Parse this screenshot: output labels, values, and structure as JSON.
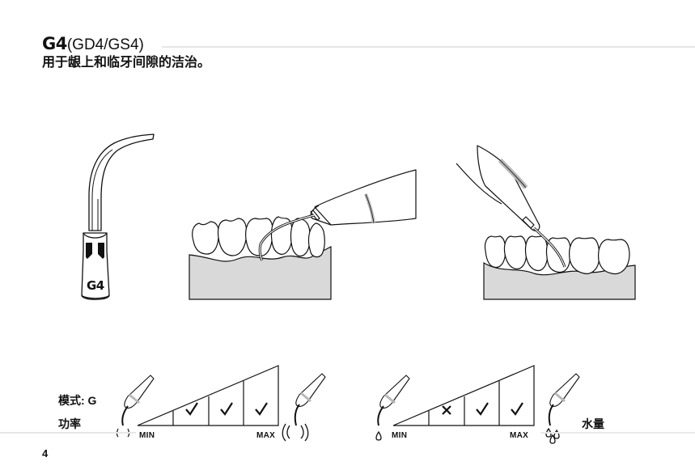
{
  "header": {
    "model": "G4",
    "variants": "(GD4/GS4)",
    "description": "用于龈上和临牙间隙的洁治。"
  },
  "tip_label": "G4",
  "settings": {
    "mode_label": "模式: G",
    "power_label": "功率",
    "water_label": "水量",
    "min_label": "MIN",
    "max_label": "MAX",
    "power_marks": [
      "check",
      "check",
      "check"
    ],
    "water_marks": [
      "cross",
      "check",
      "check"
    ]
  },
  "page_number": "4",
  "colors": {
    "accent": "#b8b8b8",
    "gum": "#d9d9d9",
    "line": "#111111",
    "rule": "#e6e6e6"
  }
}
